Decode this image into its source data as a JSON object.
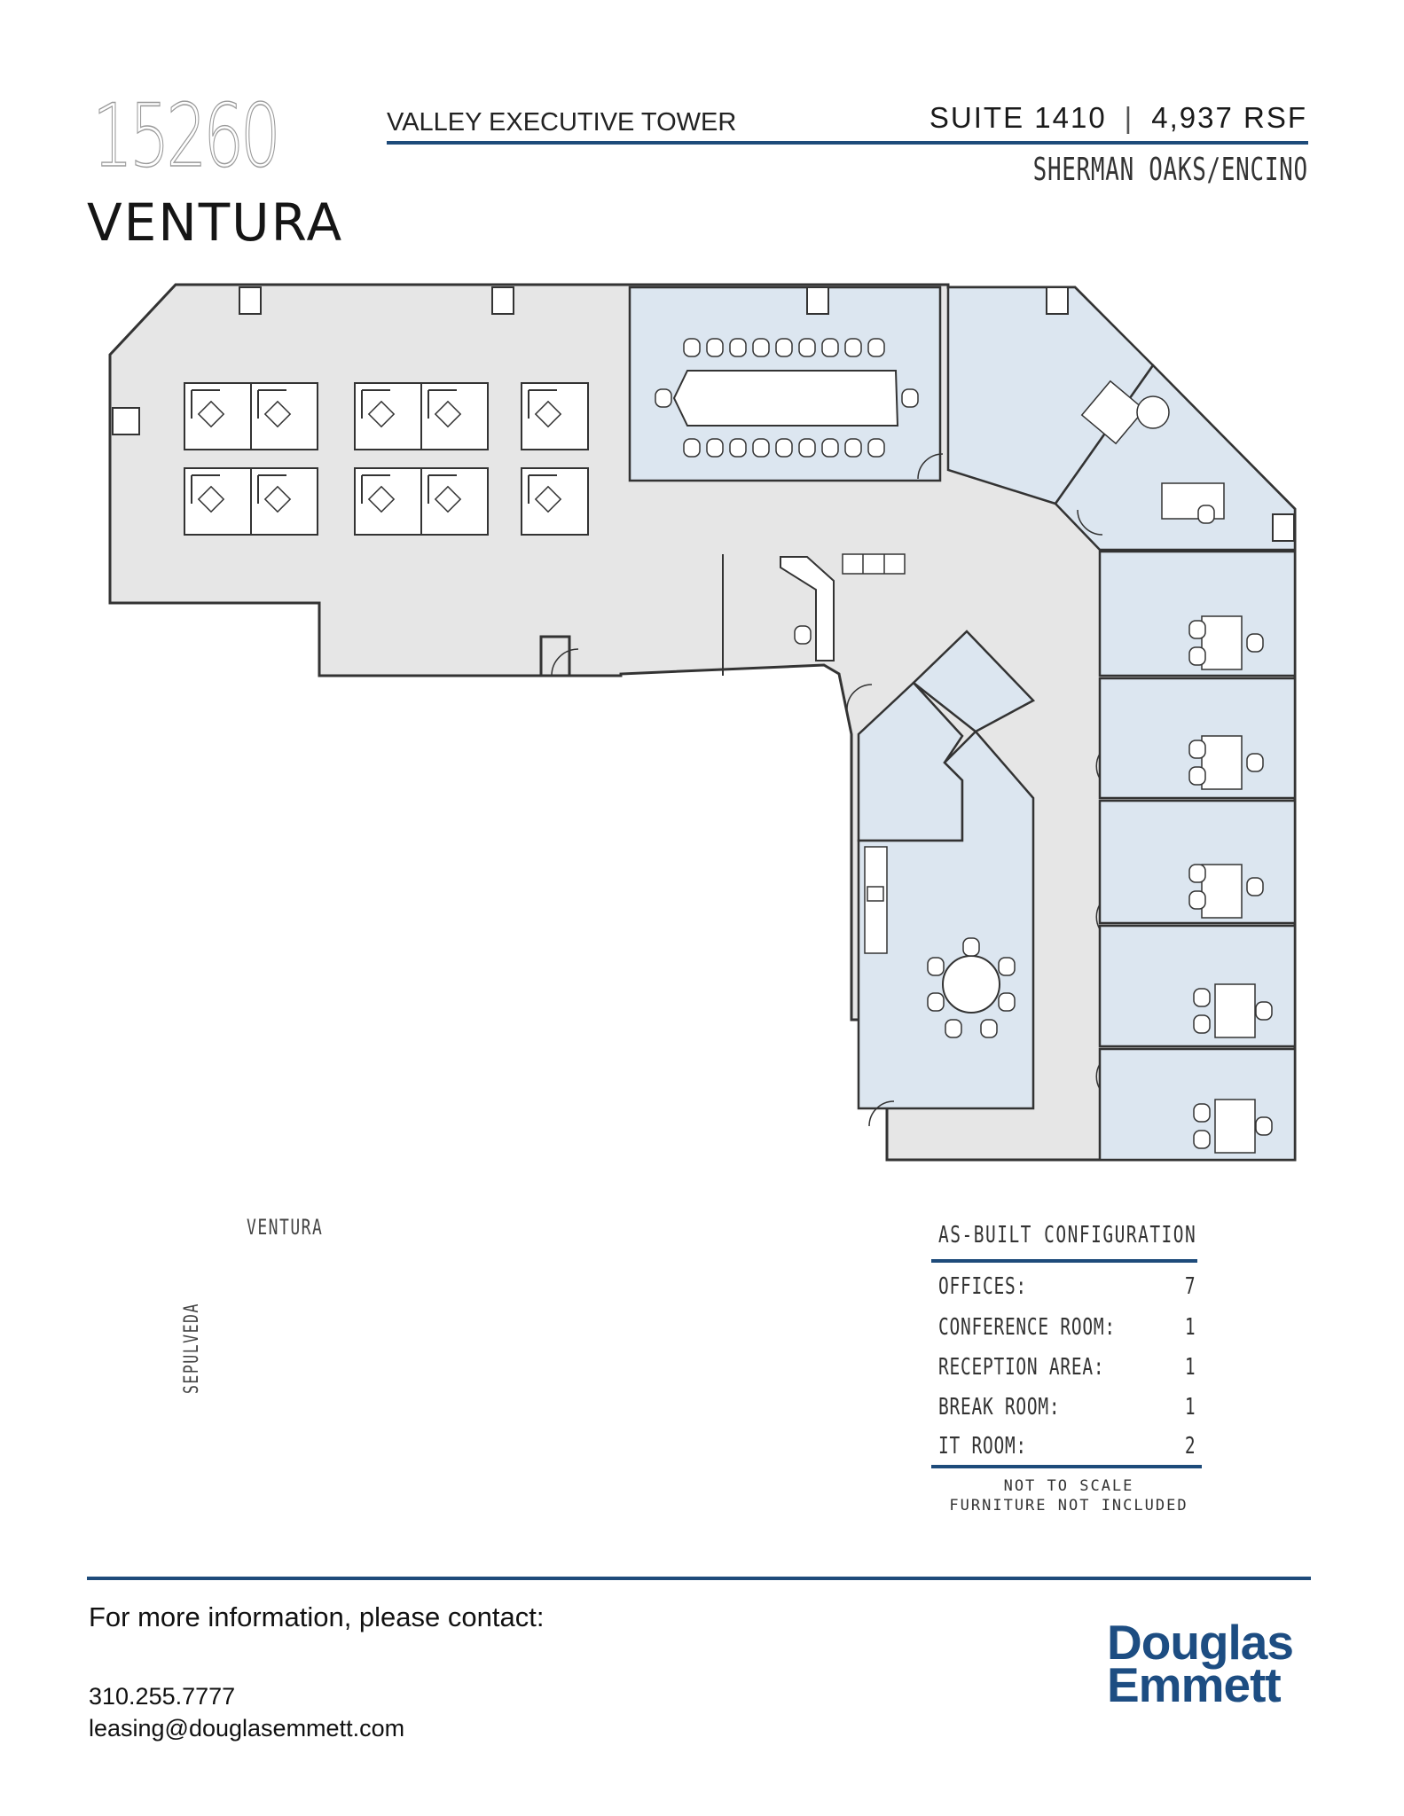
{
  "header": {
    "address_number": "15260",
    "street": "VENTURA",
    "building_name": "VALLEY EXECUTIVE TOWER",
    "suite": "SUITE 1410",
    "separator": "|",
    "area": "4,937 RSF",
    "location": "SHERMAN OAKS/ENCINO"
  },
  "colors": {
    "accent_blue": "#1e4b7a",
    "common_area_gray": "#e6e6e6",
    "office_blue": "#dce6f0",
    "key_plan_highlight": "#9b9b9b",
    "logo_blue": "#1d4d82"
  },
  "key_plan": {
    "street_top": "VENTURA",
    "street_left": "SEPULVEDA"
  },
  "configuration": {
    "title": "AS-BUILT CONFIGURATION",
    "rows": [
      {
        "label": "OFFICES:",
        "value": "7"
      },
      {
        "label": "CONFERENCE ROOM:",
        "value": "1"
      },
      {
        "label": "RECEPTION AREA:",
        "value": "1"
      },
      {
        "label": "BREAK ROOM:",
        "value": "1"
      },
      {
        "label": "IT ROOM:",
        "value": "2"
      }
    ],
    "note_1": "NOT TO SCALE",
    "note_2": "FURNITURE NOT INCLUDED"
  },
  "contact": {
    "heading": "For more information, please contact:",
    "phone": "310.255.7777",
    "email": "leasing@douglasemmett.com"
  },
  "logo": {
    "line1": "Douglas",
    "line2": "Emmett"
  }
}
